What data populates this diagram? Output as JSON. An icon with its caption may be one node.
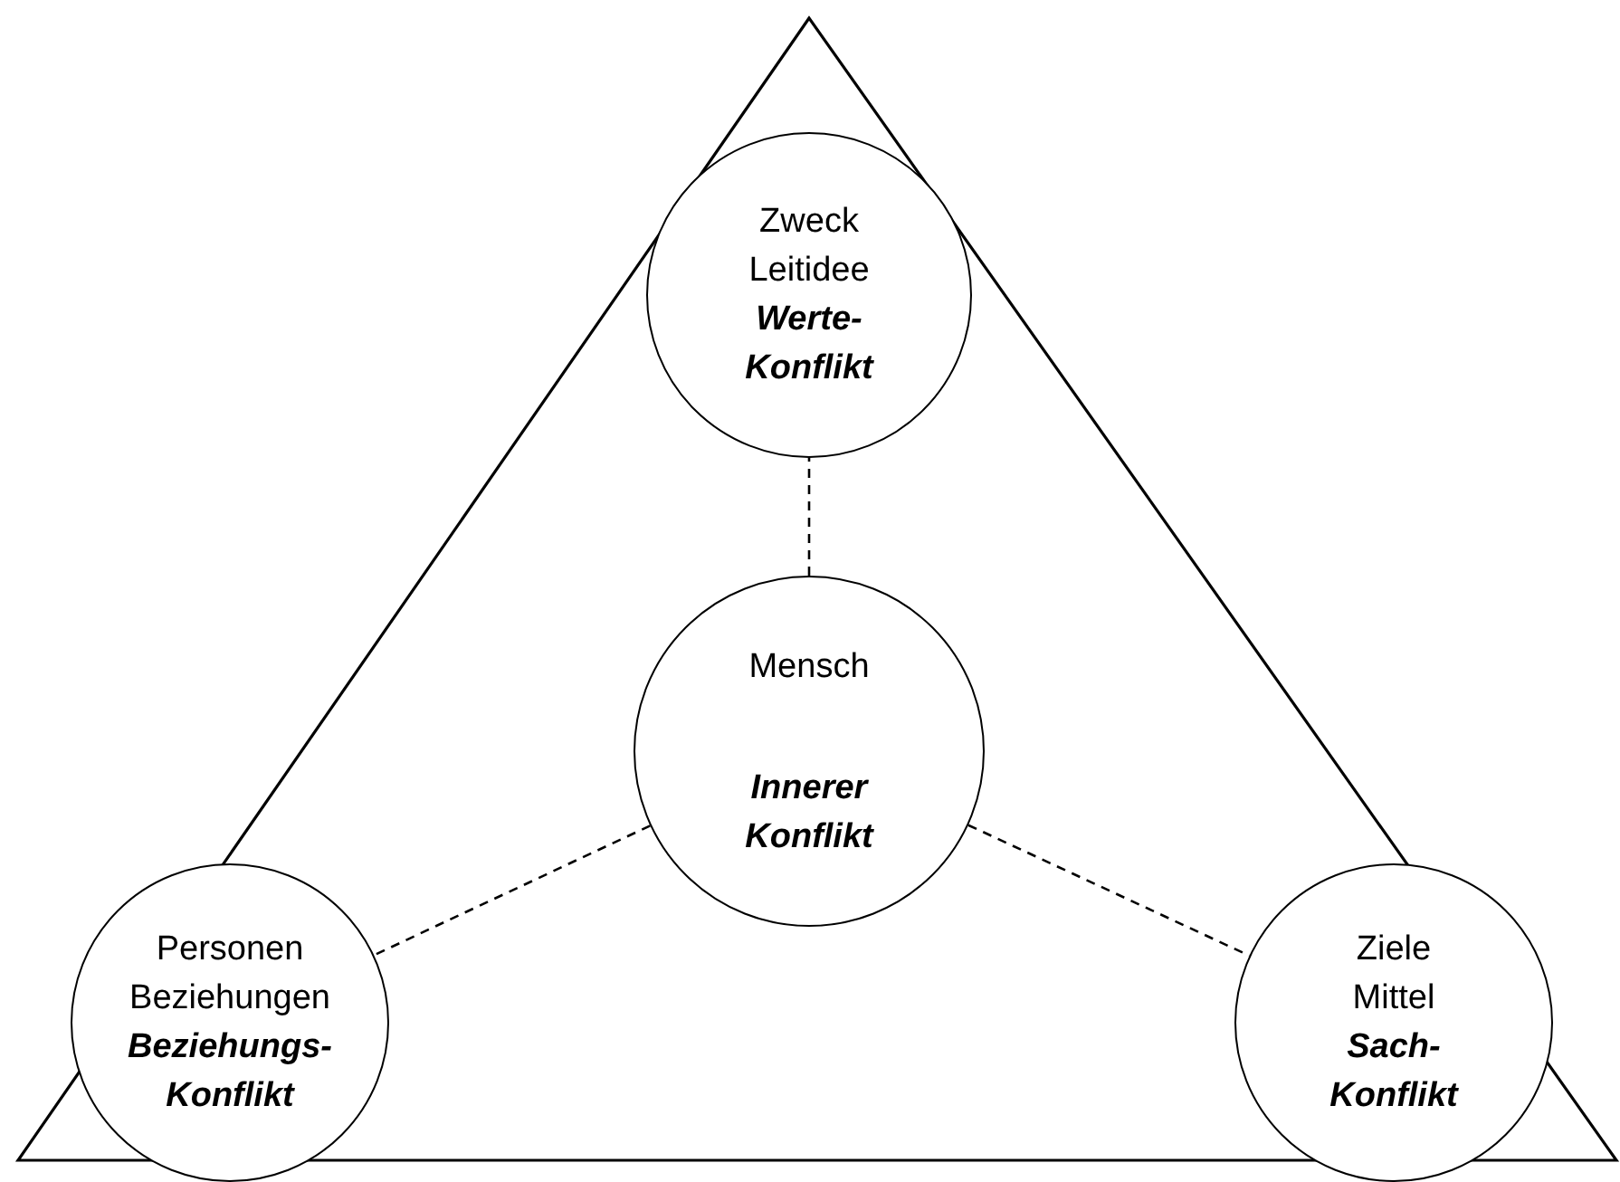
{
  "diagram": {
    "nodes": [
      {
        "text": [
          "Zweck",
          "Leitidee",
          "Werte-Konflikt"
        ]
      },
      {
        "text": [
          "Mensch",
          "Innerer Konflikt"
        ]
      },
      {
        "text": [
          "Personen",
          "Beziehungen",
          "Beziehungs-Konflikt"
        ]
      },
      {
        "text": [
          "Ziele",
          "Mittel",
          "Sach-Konflikt"
        ]
      }
    ],
    "edges": [
      {
        "from": 1,
        "to": 0,
        "arrow": "none",
        "style": "dashed"
      },
      {
        "from": 1,
        "to": 2,
        "arrow": "none",
        "style": "dashed"
      },
      {
        "from": 1,
        "to": 3,
        "arrow": "none",
        "style": "dashed"
      }
    ]
  }
}
